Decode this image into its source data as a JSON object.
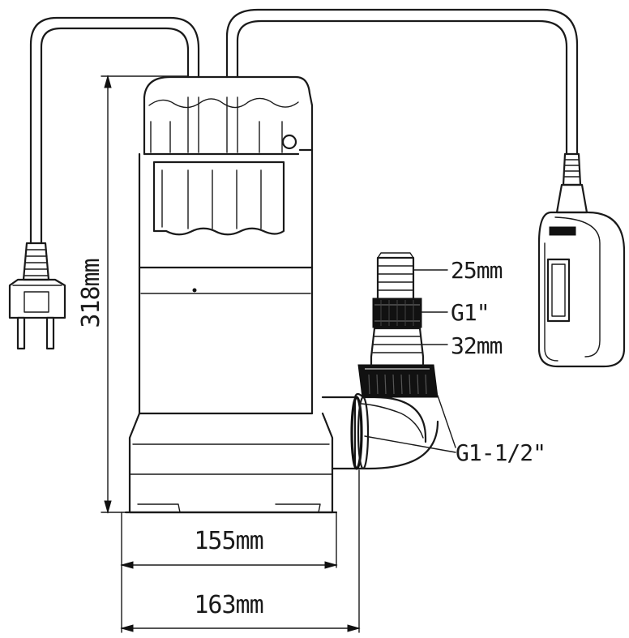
{
  "dimensions": {
    "height": "318mm",
    "width_base": "155mm",
    "width_total": "163mm"
  },
  "fitting_labels": {
    "hose_small": "25mm",
    "thread_small": "G1\"",
    "hose_large": "32mm",
    "thread_large": "G1-1/2\""
  }
}
